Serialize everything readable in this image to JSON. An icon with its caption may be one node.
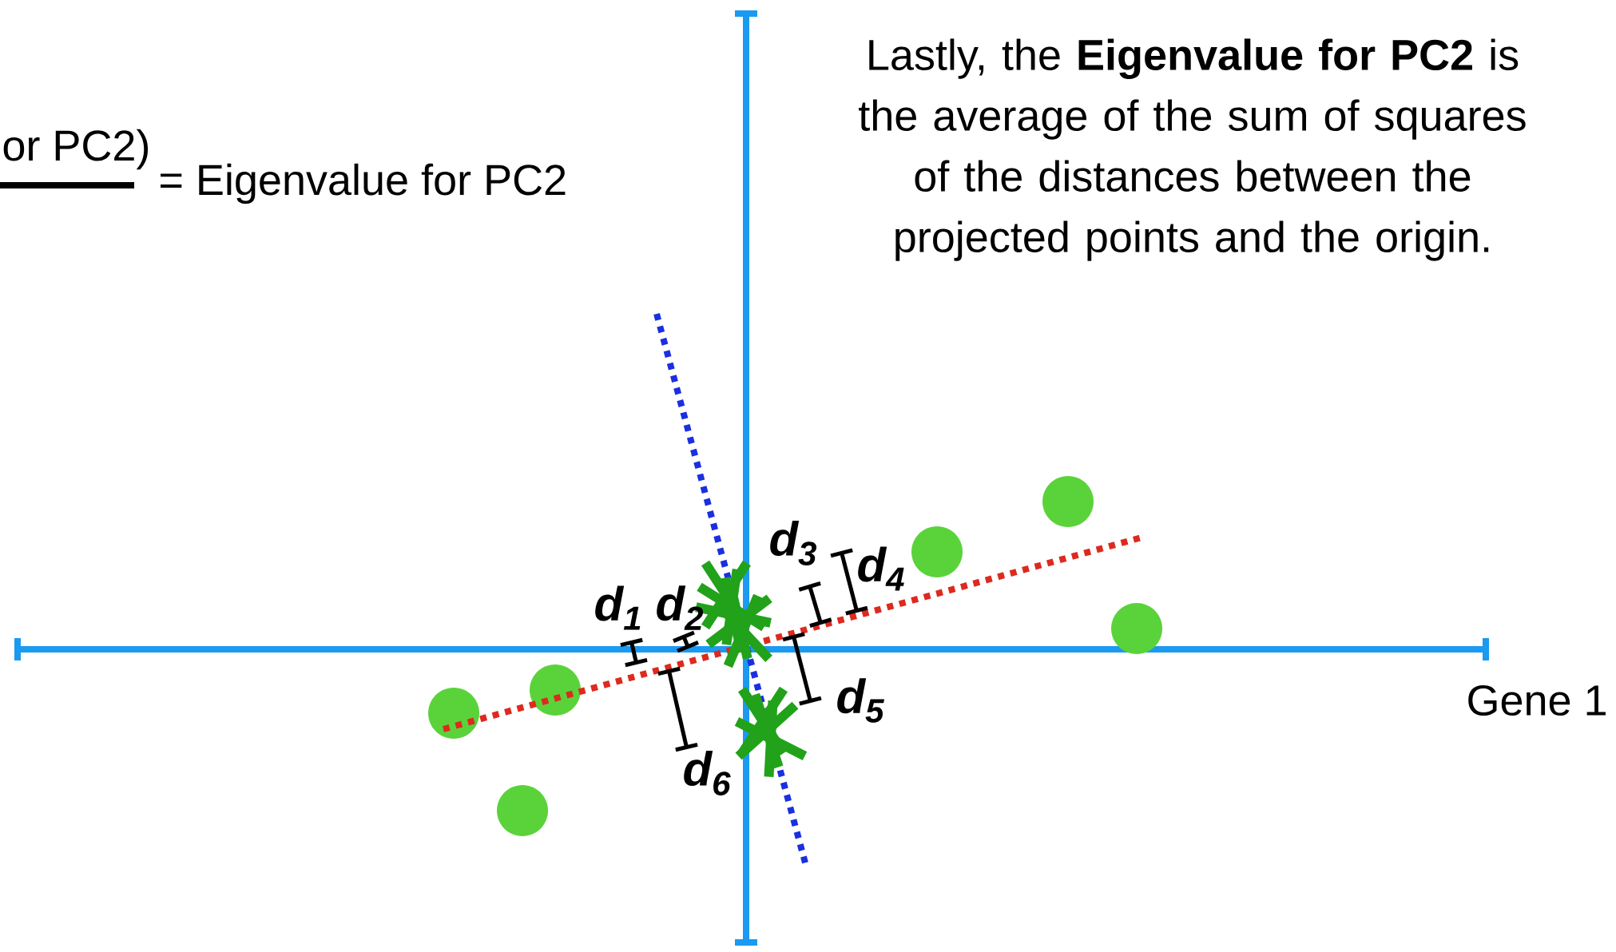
{
  "diagram": {
    "labels": [
      "or PC2)",
      "= Eigenvalue for PC2",
      "Lastly, the **Eigenvalue for PC2** is the average of the sum of squares of the distances between the projected points and the origin.",
      "d$_{3}$",
      "d$_{4}$",
      "d$_{1}$",
      "d$_{2}$",
      "d$_{5}$",
      "Gene 1",
      "d$_{6}$"
    ]
  }
}
